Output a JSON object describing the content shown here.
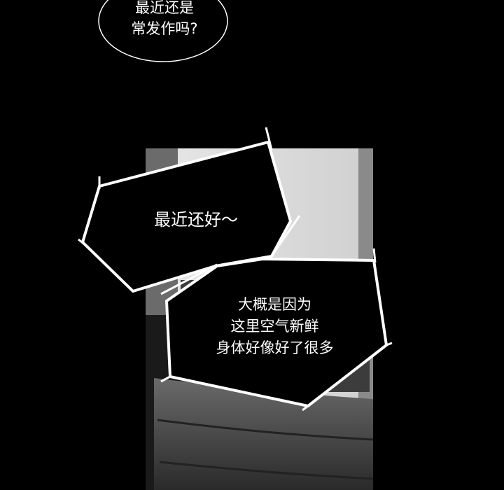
{
  "bubbles": [
    {
      "lines": [
        "最近还是",
        "常发作吗?"
      ]
    },
    {
      "lines": [
        "最近还好～"
      ]
    },
    {
      "lines": [
        "大概是因为",
        "这里空气新鲜",
        "身体好像好了很多"
      ]
    }
  ],
  "colors": {
    "background": "#000000",
    "outline": "#ffffff"
  }
}
